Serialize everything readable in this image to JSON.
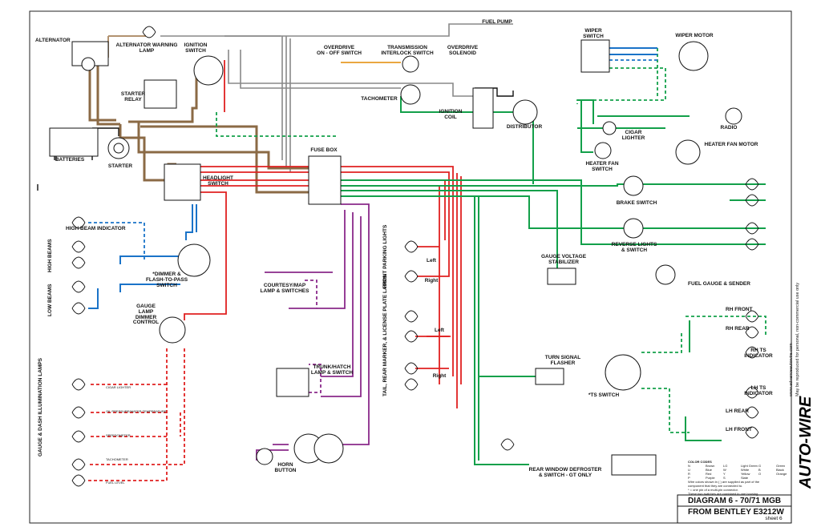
{
  "title": {
    "diagram": "DIAGRAM 6 - 70/71 MGB",
    "source": "FROM BENTLEY E3212W",
    "sheet": "sheet 6"
  },
  "brand": "AUTO-WIRE",
  "copyright": {
    "site": "www.advanceautowire.com",
    "notice": "May be reproduced for personal, non-commercial use only"
  },
  "colors": {
    "brown": "#8b6a45",
    "tan": "#b29270",
    "red": "#e02020",
    "green": "#13a04a",
    "purple": "#8a2a8a",
    "blue": "#1a73c8",
    "black": "#111111",
    "slate": "#888888",
    "orange": "#e38a00"
  },
  "components": {
    "alternator": "ALTERNATOR",
    "alt_warning": "ALTERNATOR WARNING\nLAMP",
    "ignition_switch": "IGNITION\nSWITCH",
    "fuel_pump": "FUEL PUMP",
    "od_switch": "OVERDRIVE\nON - OFF SWITCH",
    "trans_switch": "TRANSMISSION\nINTERLOCK SWITCH",
    "od_solenoid": "OVERDRIVE\nSOLENOID",
    "wiper_switch": "WIPER\nSWITCH",
    "wiper_motor": "WIPER MOTOR",
    "starter_relay": "STARTER\nRELAY",
    "tachometer": "TACHOMETER",
    "ignition_coil": "IGNITION\nCOIL",
    "distributor": "DISTRIBUTOR",
    "radio": "RADIO",
    "cigar_lighter": "CIGAR\nLIGHTER",
    "batteries": "BATTERIES",
    "starter": "STARTER",
    "fuse_box": "FUSE BOX",
    "heater_fan_switch": "HEATER FAN\nSWITCH",
    "heater_fan_motor": "HEATER FAN MOTOR",
    "headlight_switch": "HEADLIGHT\nSWITCH",
    "brake_switch": "BRAKE SWITCH",
    "high_beam_ind": "HIGH BEAM INDICATOR",
    "high_beams": "HIGH BEAMS",
    "low_beams": "LOW BEAMS",
    "reverse": "REVERSE LIGHTS\n& SWITCH",
    "dimmer": "*DIMMER &\nFLASH-TO-PASS\nSWITCH",
    "gauge_stab": "GAUGE VOLTAGE\nSTABILIZER",
    "courtesy": "COURTESY/MAP\nLAMP & SWITCHES",
    "front_parking": "FRONT PARKING\nLIGHTS",
    "left": "Left",
    "right": "Right",
    "fuel_gauge": "FUEL GAUGE & SENDER",
    "gauge_dimmer": "GAUGE\nLAMP\nDIMMER\nCONTROL",
    "rh_front": "RH FRONT",
    "rh_rear": "RH REAR",
    "rh_ts": "RH TS\nINDICATOR",
    "tail_rear": "TAIL, REAR MARKER, &\nLICENSE PLATE LAMPS",
    "turn_flasher": "TURN SIGNAL\nFLASHER",
    "ts_switch": "*TS SWITCH",
    "trunk": "TRUNK/HATCH\nLAMP & SWITCH",
    "lh_ts": "LH TS\nINDICATOR",
    "lh_rear": "LH REAR",
    "lh_front": "LH FRONT",
    "dash_lamps": "GAUGE & DASH\nILLUMINATION LAMPS",
    "horn": "HORN\nBUTTON",
    "rear_defrost": "REAR WINDOW DEFROSTER\n& SWITCH - GT ONLY"
  },
  "dash_lamp_items": [
    "CIGAR LIGHTER",
    "OIL PRESSURE/WATER TEMPERATURE",
    "SPEEDOMETER",
    "TACHOMETER",
    "FUEL LEVEL"
  ],
  "color_codes": {
    "heading": "COLOR CODES",
    "rows": [
      [
        "N",
        "Brown",
        "LG",
        "Light Green",
        "G",
        "Green"
      ],
      [
        "U",
        "Blue",
        "W",
        "White",
        "B",
        "Black"
      ],
      [
        "R",
        "Red",
        "Y",
        "Yellow",
        "O",
        "Orange"
      ],
      [
        "P",
        "Purple",
        "S",
        "Slate",
        "",
        ""
      ]
    ],
    "notes": [
      "Wire colors shown in ( ) are supplied as part of the",
      "component that they are connected to.",
      "* = one pin of a multi-pin connector.",
      "These two switches are combined in one housing."
    ]
  }
}
